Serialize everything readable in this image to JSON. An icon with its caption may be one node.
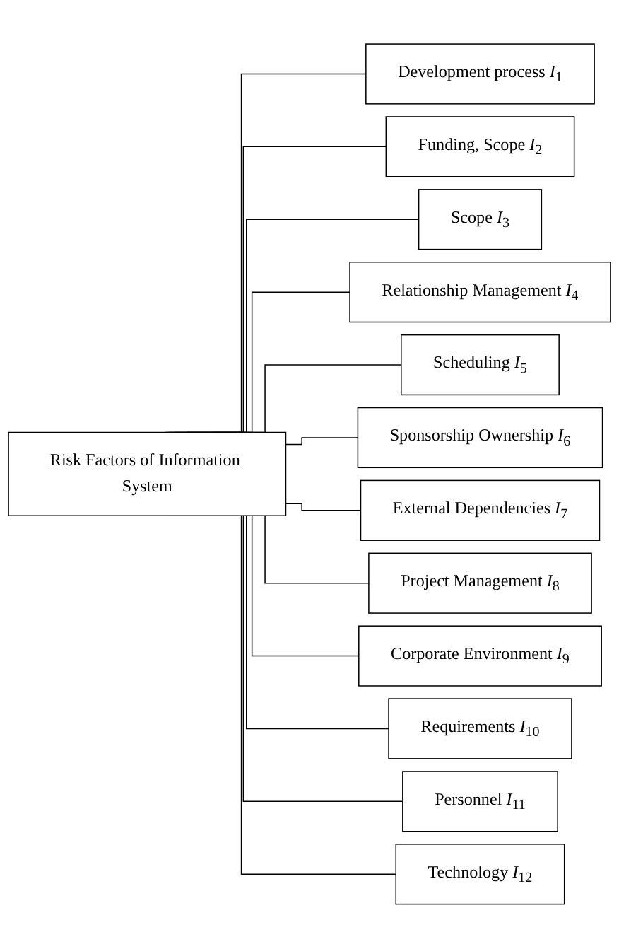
{
  "diagram": {
    "nodes": [
      {
        "text": [
          "Risk Factors of Information System"
        ]
      },
      {
        "text": [
          "Development process *I*$_{1}$"
        ]
      },
      {
        "text": [
          "Funding, Scope *I*$_{2}$"
        ]
      },
      {
        "text": [
          "Scope *I*$_{3}$"
        ]
      },
      {
        "text": [
          "Relationship Management *I*$_{4}$"
        ]
      },
      {
        "text": [
          "Scheduling *I*$_{5}$"
        ]
      },
      {
        "text": [
          "Sponsorship Ownership *I*$_{6}$"
        ]
      },
      {
        "text": [
          "External Dependencies *I*$_{7}$"
        ]
      },
      {
        "text": [
          "Project Management *I*$_{8}$"
        ]
      },
      {
        "text": [
          "Corporate Environment *I*$_{9}$"
        ]
      },
      {
        "text": [
          "Requirements *I*$_{10}$"
        ]
      },
      {
        "text": [
          "Personnel *I*$_{11}$"
        ]
      },
      {
        "text": [
          "Technology *I*$_{12}$"
        ]
      }
    ],
    "edges": [
      {
        "from": 0,
        "to": 1,
        "arrow": "none"
      },
      {
        "from": 0,
        "to": 2,
        "arrow": "none"
      },
      {
        "from": 0,
        "to": 3,
        "arrow": "none"
      },
      {
        "from": 0,
        "to": 4,
        "arrow": "none"
      },
      {
        "from": 0,
        "to": 5,
        "arrow": "none"
      },
      {
        "from": 0,
        "to": 6,
        "arrow": "none"
      },
      {
        "from": 0,
        "to": 7,
        "arrow": "none"
      },
      {
        "from": 0,
        "to": 8,
        "arrow": "none"
      },
      {
        "from": 0,
        "to": 9,
        "arrow": "none"
      },
      {
        "from": 0,
        "to": 10,
        "arrow": "none"
      },
      {
        "from": 0,
        "to": 11,
        "arrow": "none"
      },
      {
        "from": 0,
        "to": 12,
        "arrow": "none"
      }
    ]
  }
}
